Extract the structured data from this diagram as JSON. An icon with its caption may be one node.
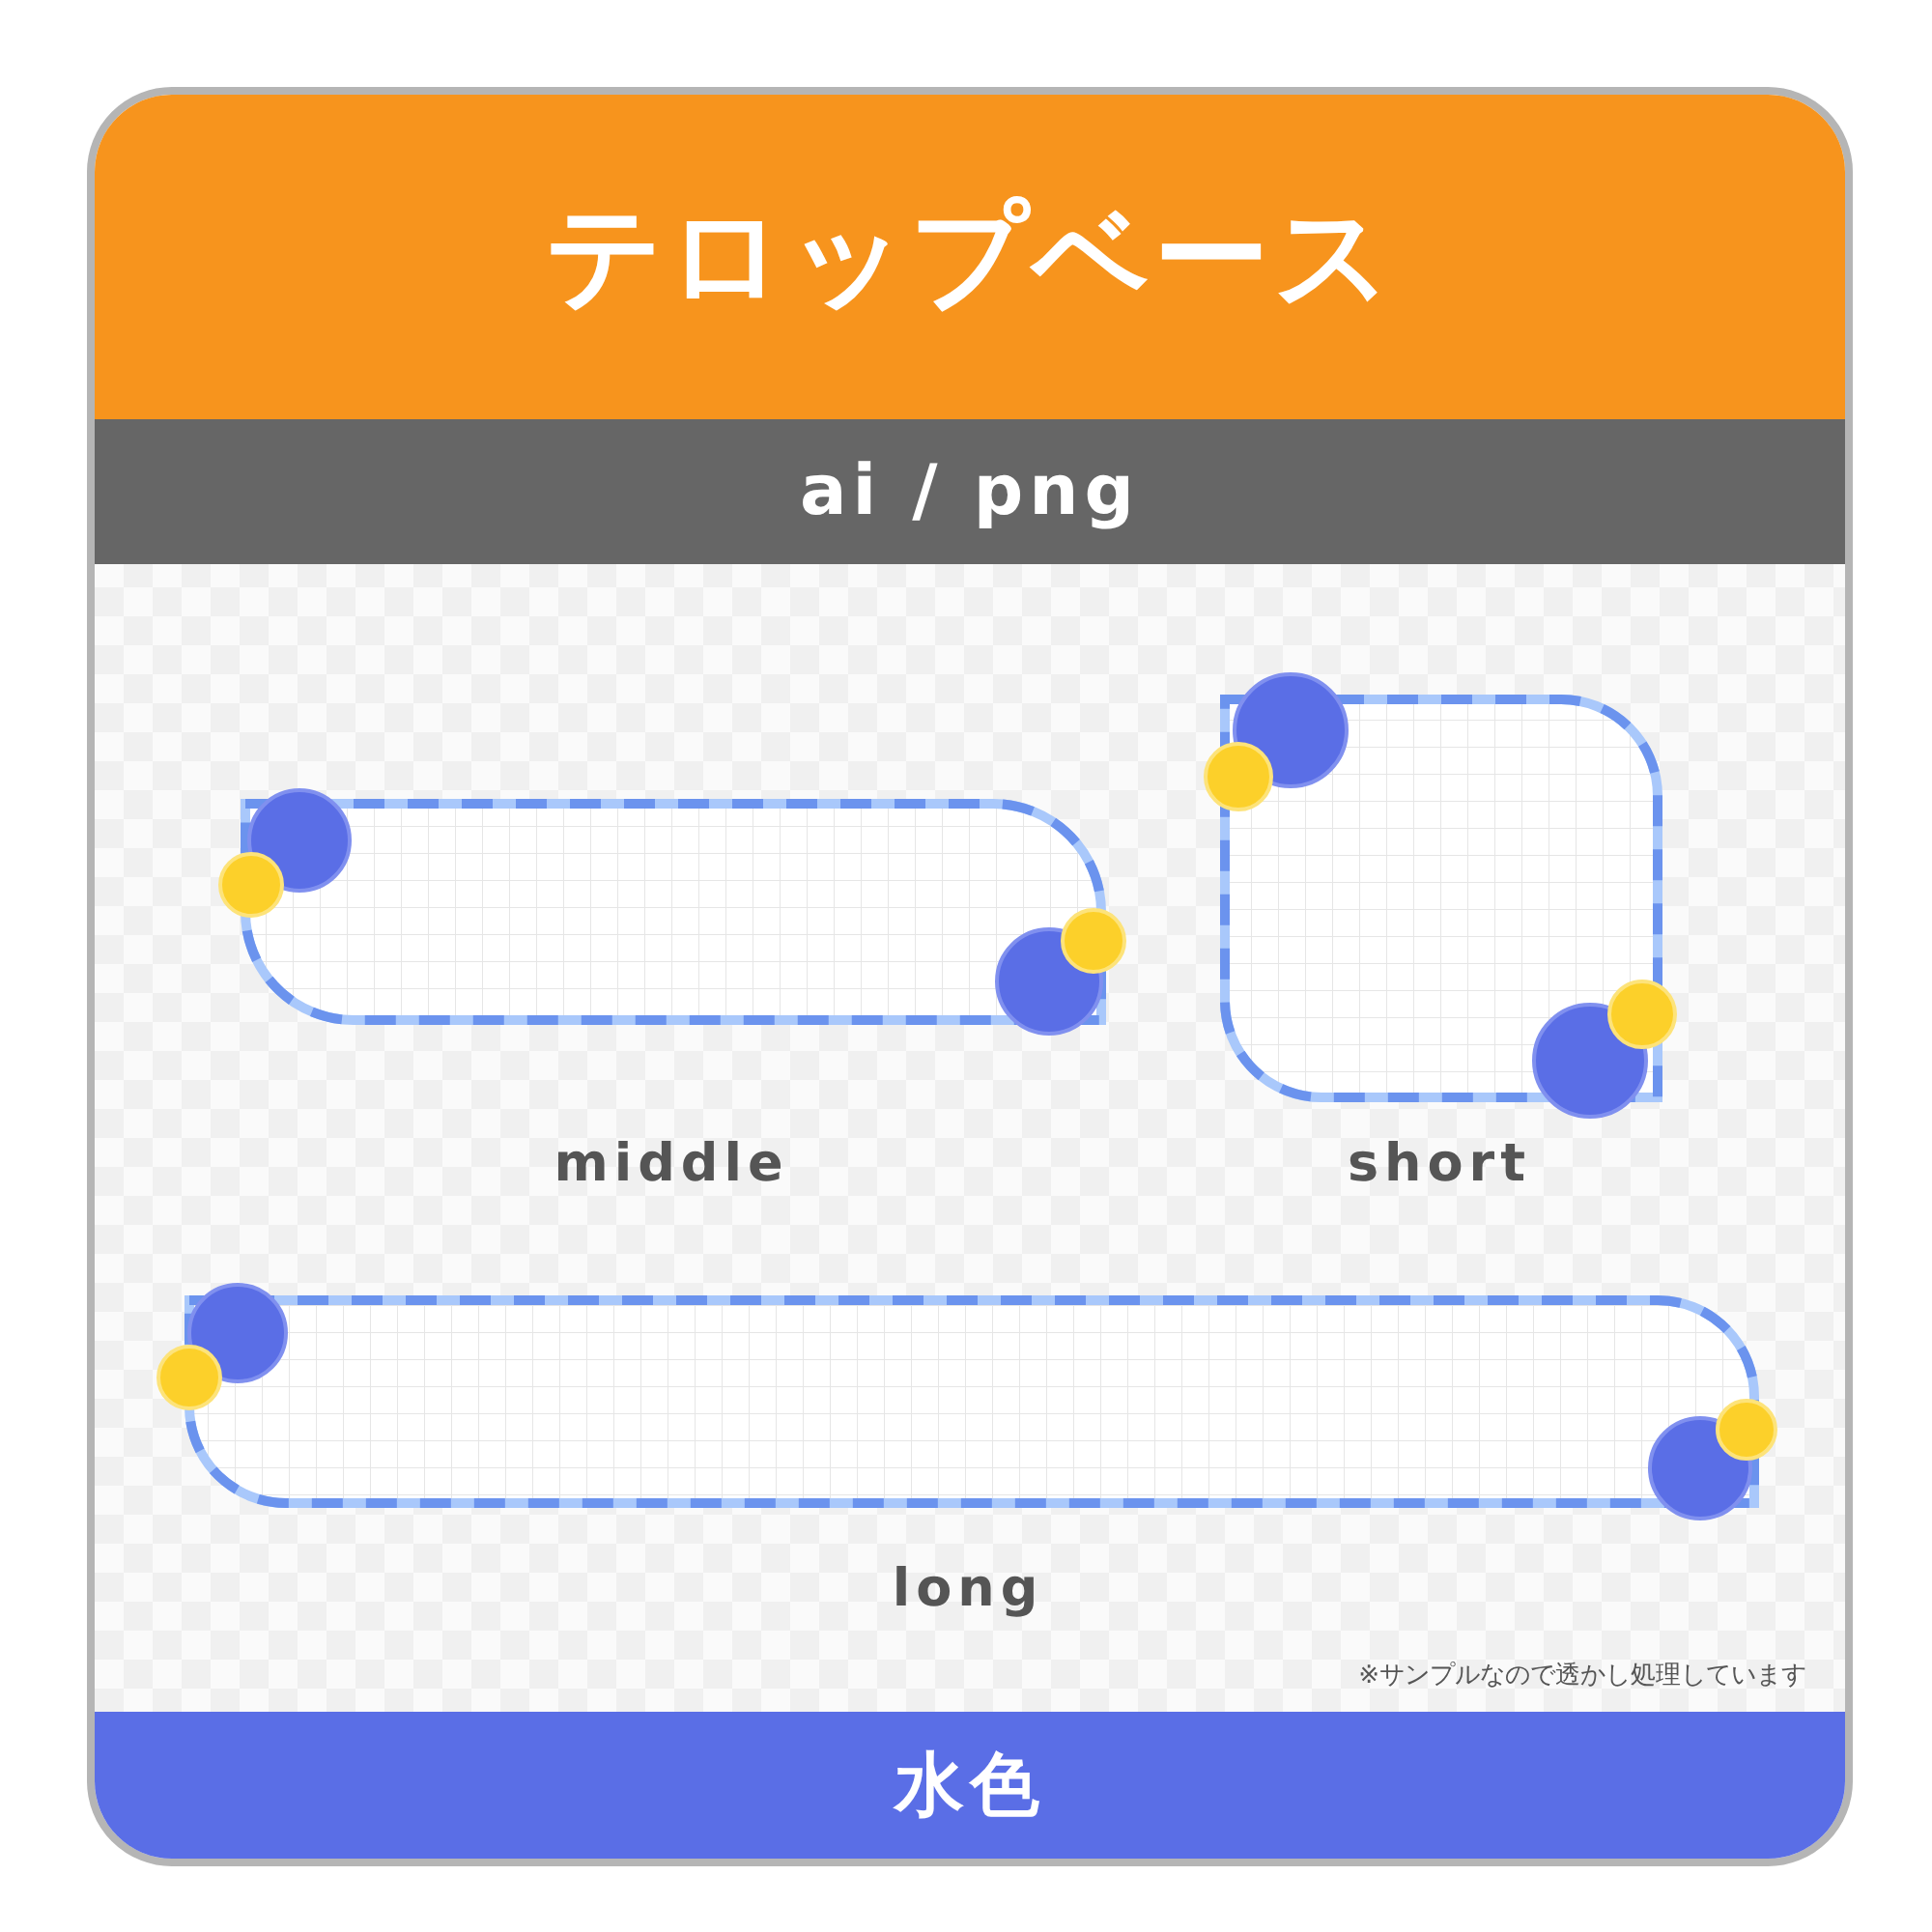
{
  "diagram": {
    "nodes": [
      {
        "text": [
          "テロップベース"
        ]
      },
      {
        "text": [
          "ai / png"
        ]
      },
      {
        "text": [],
        "shape": "box",
        "beside": [
          "middle"
        ]
      },
      {
        "text": [],
        "shape": "box",
        "beside": [
          "short"
        ]
      },
      {
        "text": [],
        "shape": "box",
        "beside": [
          "long"
        ]
      },
      {
        "text": [
          "水色"
        ]
      }
    ],
    "edges": [],
    "labels": [
      "※サンプルなので透かし処理しています"
    ]
  }
}
